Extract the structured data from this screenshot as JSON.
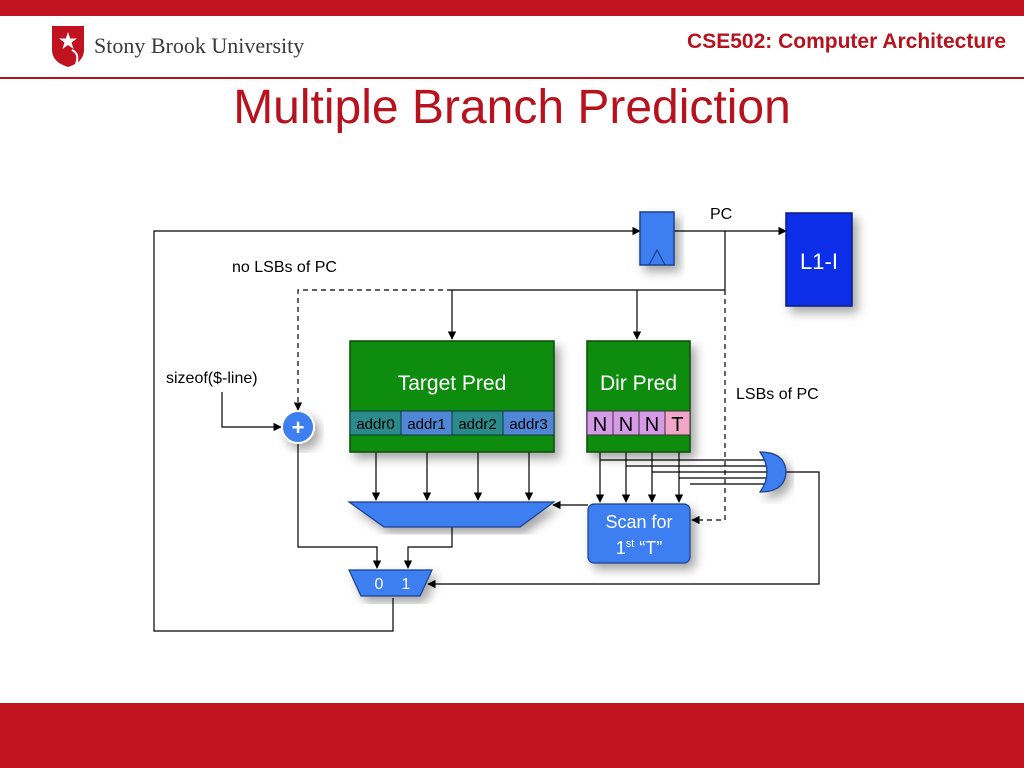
{
  "header": {
    "university": "Stony Brook University",
    "course": "CSE502: Computer Architecture"
  },
  "slide": {
    "title": "Multiple Branch Prediction"
  },
  "diagram": {
    "pc_label": "PC",
    "l1i_label": "L1-I",
    "no_lsbs_label": "no LSBs of PC",
    "lsbs_label": "LSBs of PC",
    "sizeof_label": "sizeof($-line)",
    "adder_symbol": "+",
    "target_pred": {
      "title": "Target Pred",
      "cells": [
        "addr0",
        "addr1",
        "addr2",
        "addr3"
      ]
    },
    "dir_pred": {
      "title": "Dir Pred",
      "cells": [
        "N",
        "N",
        "N",
        "T"
      ]
    },
    "scan": {
      "line1": "Scan for",
      "line2_num": "1",
      "line2_sup": "st",
      "line2_rest": " “T”"
    },
    "mux_inputs": [
      "0",
      "1"
    ],
    "colors": {
      "brand_red": "#b7131f",
      "pred_green": "#118c11",
      "blue": "#3d7ef0",
      "l1i_blue": "#0b2fe8",
      "addr_teal": "#2b8a8a",
      "addr_blue": "#4f86d6",
      "n_cell": "#d79ae8",
      "t_cell": "#f3a7c8"
    }
  }
}
